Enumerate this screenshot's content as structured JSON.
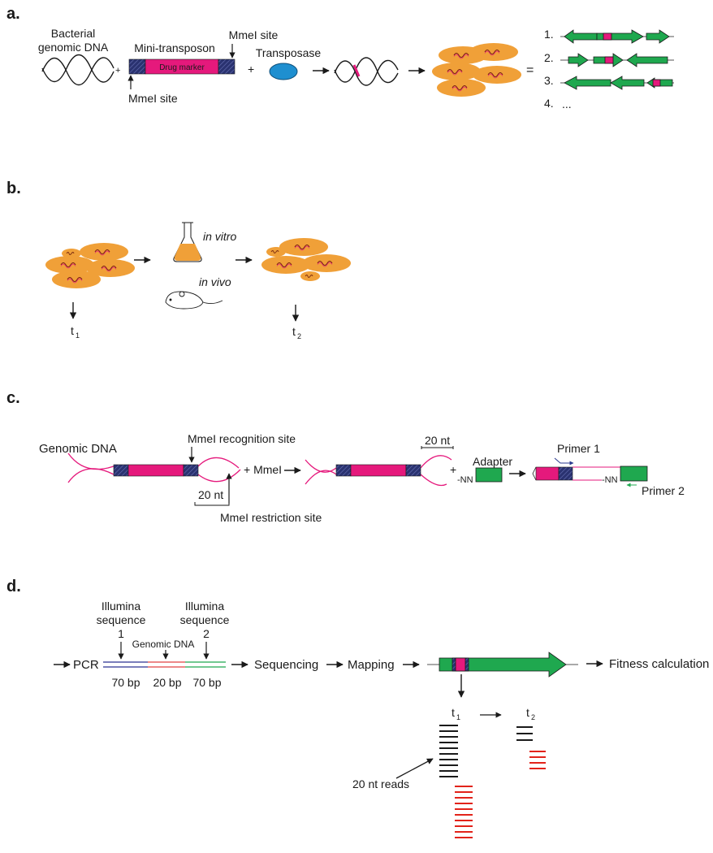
{
  "panel_a": {
    "letter": "a.",
    "bacterial_line1": "Bacterial",
    "bacterial_line2": "genomic DNA",
    "plus": "+",
    "mini_transposon": "Mini-transposon",
    "drug_marker": "Drug marker",
    "mmel_site_top": "MmeI site",
    "mmel_site_bottom": "MmeI site",
    "transposase": "Transposase",
    "equals": "=",
    "list": [
      "1.",
      "2.",
      "3.",
      "4.",
      "..."
    ]
  },
  "panel_b": {
    "letter": "b.",
    "in_vitro": "in vitro",
    "in_vivo": "in vivo",
    "t1": "t",
    "t1_sub": "1",
    "t2": "t",
    "t2_sub": "2"
  },
  "panel_c": {
    "letter": "c.",
    "genomic_dna": "Genomic DNA",
    "recognition_site": "MmeI recognition site",
    "twenty_nt_a": "20 nt",
    "restriction_site": "MmeI restriction site",
    "plus_mmel": "+ MmeI",
    "twenty_nt_b": "20 nt",
    "plus": "+",
    "nn_adapter": "-NN",
    "adapter": "Adapter",
    "primer1": "Primer 1",
    "nn_product": "-NN",
    "primer2": "Primer 2"
  },
  "panel_d": {
    "letter": "d.",
    "pcr": "PCR",
    "illumina1_line1": "Illumina",
    "illumina1_line2": "sequence",
    "illumina1_num": "1",
    "genomic_dna": "Genomic DNA",
    "illumina2_line1": "Illumina",
    "illumina2_line2": "sequence",
    "illumina2_num": "2",
    "bp1": "70 bp",
    "bp2": "20 bp",
    "bp3": "70 bp",
    "sequencing": "Sequencing",
    "mapping": "Mapping",
    "fitness": "Fitness calculation",
    "t1": "t",
    "t1_sub": "1",
    "t2": "t",
    "t2_sub": "2",
    "reads": "20 nt reads"
  },
  "colors": {
    "green": "#1fa84f",
    "pink": "#e5197c",
    "navy": "#2a3270",
    "orange": "#f0a038",
    "blue_ellipse": "#1e8fd0",
    "red_reads": "#e2231a",
    "primer1_blue": "#2b3a8f",
    "primer2_green": "#1fa84f"
  }
}
